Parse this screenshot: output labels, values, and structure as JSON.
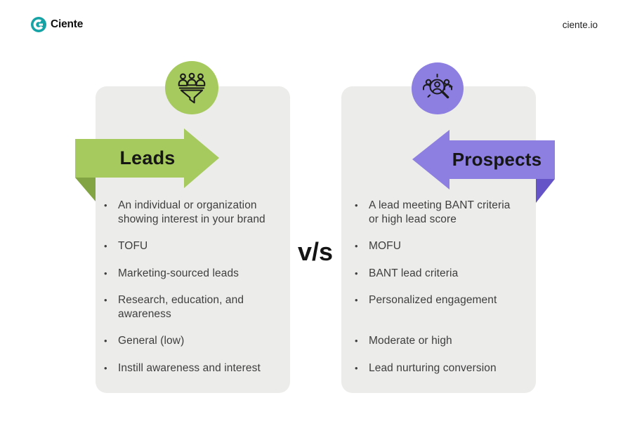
{
  "brand": {
    "name": "Ciente",
    "website": "ciente.io"
  },
  "versus_label": "v/s",
  "cards": [
    {
      "title": "Leads",
      "icon": "leads-funnel-icon",
      "bullets": [
        "An individual or organization\nshowing interest in your brand",
        "TOFU",
        "Marketing-sourced leads",
        "Research, education, and\nawareness",
        "General (low)",
        "Instill awareness and interest"
      ]
    },
    {
      "title": "Prospects",
      "icon": "prospects-search-icon",
      "bullets": [
        "A lead meeting BANT criteria\nor high lead score",
        "MOFU",
        "BANT lead criteria",
        "Personalized engagement",
        "Moderate or high",
        "Lead nurturing conversion"
      ]
    }
  ],
  "colors": {
    "leads_accent": "#a6ca5d",
    "leads_accent_dark": "#83a443",
    "prospects_accent": "#8d7ee2",
    "prospects_accent_dark": "#6553c8",
    "card_background": "#ececea",
    "brand_teal": "#16a3a6",
    "heading_text": "#161616",
    "bullet_text": "#3e3e3e"
  }
}
